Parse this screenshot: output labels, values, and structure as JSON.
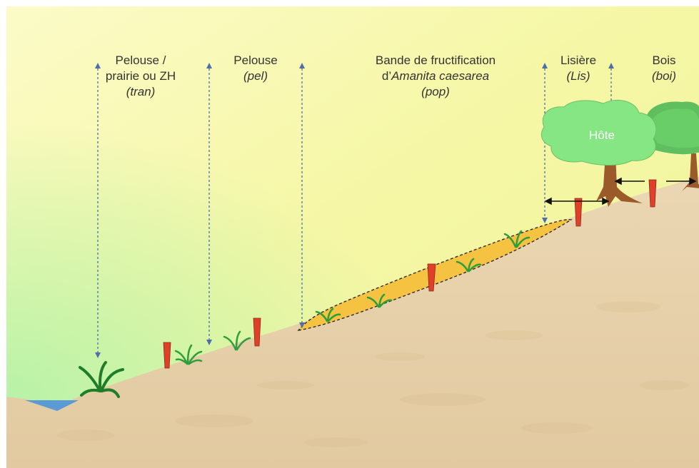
{
  "zones": [
    {
      "id": "tran",
      "line1": "Pelouse /",
      "line2": "prairie ou ZH",
      "code": "(tran)"
    },
    {
      "id": "pel",
      "line1": "Pelouse",
      "code": "(pel)"
    },
    {
      "id": "pop",
      "line1": "Bande de fructification",
      "line2_prefix": "d’",
      "line2_italic": "Amanita caesarea",
      "code": "(pop)"
    },
    {
      "id": "lis",
      "line1": "Lisière",
      "code": "(Lis)"
    },
    {
      "id": "boi",
      "line1": "Bois",
      "code": "(boi)"
    }
  ],
  "host_label": "Hôte",
  "colors": {
    "sky_top": "#f7f7b0",
    "sky_left": "#c9f5a8",
    "ground": "#e8d2ad",
    "water": "#5b9bd5",
    "marker": "#e0402a",
    "fruiting_band": "#f5c242",
    "arrow": "#4f6ea8",
    "foliage_light": "#7fe07a",
    "foliage_dark": "#4aa84a",
    "trunk": "#9b5a2a",
    "grass": "#2e9e3a"
  }
}
